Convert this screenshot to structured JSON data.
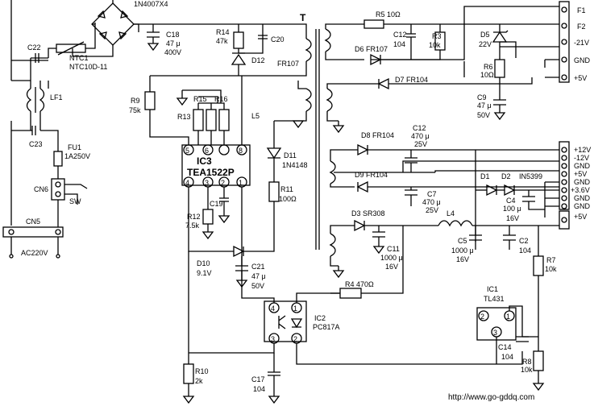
{
  "labels": {
    "bridge": "1N4007X4",
    "c22": "C22",
    "ntc_name": "NTC1",
    "ntc_part": "NTC10D-11",
    "lf1": "LF1",
    "c23": "C23",
    "fu1": "FU1",
    "fu1_rating": "1A250V",
    "cn6": "CN6",
    "sw": "SW",
    "cn5": "CN5",
    "ac": "AC220V",
    "c18_name": "C18",
    "c18_val": "47 μ",
    "c18_volt": "400V",
    "r14_name": "R14",
    "r14_val": "47k",
    "c20": "C20",
    "d12": "D12",
    "fr107a": "FR107",
    "t": "T",
    "r9_name": "R9",
    "r9_val": "75k",
    "r13": "R13",
    "r15": "R15",
    "r16": "R16",
    "l5": "L5",
    "ic3_name": "IC3",
    "ic3_part": "TEA1522P",
    "d11_name": "D11",
    "d11_part": "1N4148",
    "r11_name": "R11",
    "r11_val": "100Ω",
    "r12_name": "R12",
    "r12_val": "7.5k",
    "c19": "C19",
    "d10_name": "D10",
    "d10_val": "9.1V",
    "c21_name": "C21",
    "c21_val": "47 μ",
    "c21_volt": "50V",
    "r5": "R5  10Ω",
    "c12a_name": "C12",
    "c12a_val": "104",
    "r3_name": "R3",
    "r3_val": "10k",
    "d6": "D6  FR107",
    "d5_name": "D5",
    "d5_val": "22V",
    "r6_name": "R6",
    "r6_val": "10Ω",
    "c9_name": "C9",
    "c9_val": "47 μ",
    "c9_volt": "50V",
    "d7": "D7  FR104",
    "d8": "D8  FR104",
    "d9": "D9  FR104",
    "c12b_name": "C12",
    "c12b_val": "470 μ",
    "c12b_volt": "25V",
    "c7_name": "C7",
    "c7_val": "470 μ",
    "c7_volt": "25V",
    "d1": "D1",
    "d2": "D2",
    "in5399": "IN5399",
    "c4_name": "C4",
    "c4_val": "100 μ",
    "c4_volt": "16V",
    "d3": "D3  SR308",
    "l4": "L4",
    "c11_name": "C11",
    "c11_val": "1000 μ",
    "c11_volt": "16V",
    "c5_name": "C5",
    "c5_val": "1000 μ",
    "c5_volt": "16V",
    "c2_name": "C2",
    "c2_val": "104",
    "r7_name": "R7",
    "r7_val": "10k",
    "r4": "R4  470Ω",
    "ic2_name": "IC2",
    "ic2_part": "PC817A",
    "ic1_name": "IC1",
    "ic1_part": "TL431",
    "c14_name": "C14",
    "c14_val": "104",
    "r8_name": "R8",
    "r8_val": "10k",
    "r10_name": "R10",
    "r10_val": "2k",
    "c17_name": "C17",
    "c17_val": "104",
    "pin_1": "1",
    "pin_2": "2",
    "pin_3": "3",
    "pin_4": "4",
    "pin_5": "5",
    "pin_6": "6",
    "pin_8": "8",
    "watermark": "http://www.go-gddq.com"
  },
  "outputs_top": [
    "F1",
    "F2",
    "-21V",
    "GND",
    "+5V"
  ],
  "outputs_mid": [
    "+12V",
    "-12V",
    "GND",
    "+5V",
    "GND",
    "+3.6V",
    "GND",
    "GND"
  ],
  "outputs_bottom": [
    "+5V"
  ]
}
